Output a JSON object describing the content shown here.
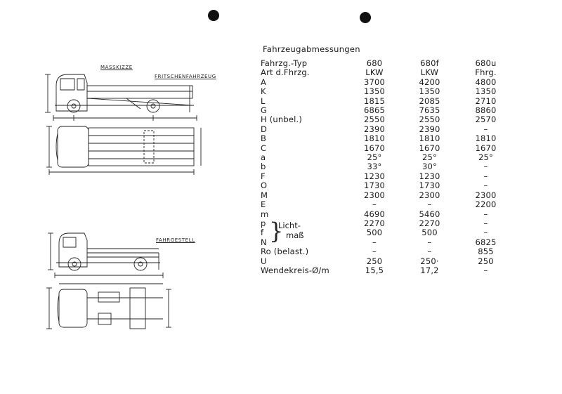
{
  "drawing_labels": {
    "masskizze": "MASSKIZZE",
    "fritschenfahrzeug": "FRITSCHENFAHRZEUG",
    "fahrgestell": "FAHRGESTELL"
  },
  "table": {
    "title": "Fahrzeugabmessungen",
    "header_rows": [
      {
        "key": "Fahrzg.-Typ",
        "v": [
          "680",
          "680f",
          "680u"
        ]
      },
      {
        "key": "Art d.Fhrzg.",
        "v": [
          "LKW",
          "LKW",
          "Fhrg."
        ]
      }
    ],
    "rows": [
      {
        "key": "A",
        "v": [
          "3700",
          "4200",
          "4800"
        ]
      },
      {
        "key": "K",
        "v": [
          "1350",
          "1350",
          "1350"
        ]
      },
      {
        "key": "L",
        "v": [
          "1815",
          "2085",
          "2710"
        ]
      },
      {
        "key": "G",
        "v": [
          "6865",
          "7635",
          "8860"
        ]
      },
      {
        "key": "H   (unbel.)",
        "v": [
          "2550",
          "2550",
          "2570"
        ]
      },
      {
        "key": "D",
        "v": [
          "2390",
          "2390",
          "–"
        ]
      },
      {
        "key": "B",
        "v": [
          "1810",
          "1810",
          "1810"
        ]
      },
      {
        "key": "C",
        "v": [
          "1670",
          "1670",
          "1670"
        ]
      },
      {
        "key": "a",
        "v": [
          "25°",
          "25°",
          "25°"
        ]
      },
      {
        "key": "b",
        "v": [
          "33°",
          "30°",
          "–"
        ]
      },
      {
        "key": "F",
        "v": [
          "1230",
          "1230",
          "–"
        ]
      },
      {
        "key": "O",
        "v": [
          "1730",
          "1730",
          "–"
        ]
      },
      {
        "key": "M",
        "v": [
          "2300",
          "2300",
          "2300"
        ]
      },
      {
        "key": "E",
        "v": [
          "–",
          "–",
          "2200"
        ]
      },
      {
        "key": "m",
        "v": [
          "4690",
          "5460",
          "–"
        ]
      },
      {
        "key": "p",
        "v": [
          "2270",
          "2270",
          "–"
        ]
      },
      {
        "key": "f",
        "v": [
          "500",
          "500",
          "–"
        ]
      },
      {
        "key": "N",
        "v": [
          "–",
          "–",
          "6825"
        ]
      },
      {
        "key": "Ro (belast.)",
        "v": [
          "–",
          "–",
          "855"
        ]
      },
      {
        "key": "U",
        "v": [
          "250",
          "250·",
          "250"
        ]
      },
      {
        "key": "Wendekreis-Ø/m",
        "v": [
          "15,5",
          "17,2",
          "–"
        ]
      }
    ],
    "licht_label_1": "Licht-",
    "licht_label_2": "maß",
    "brace": "}"
  }
}
